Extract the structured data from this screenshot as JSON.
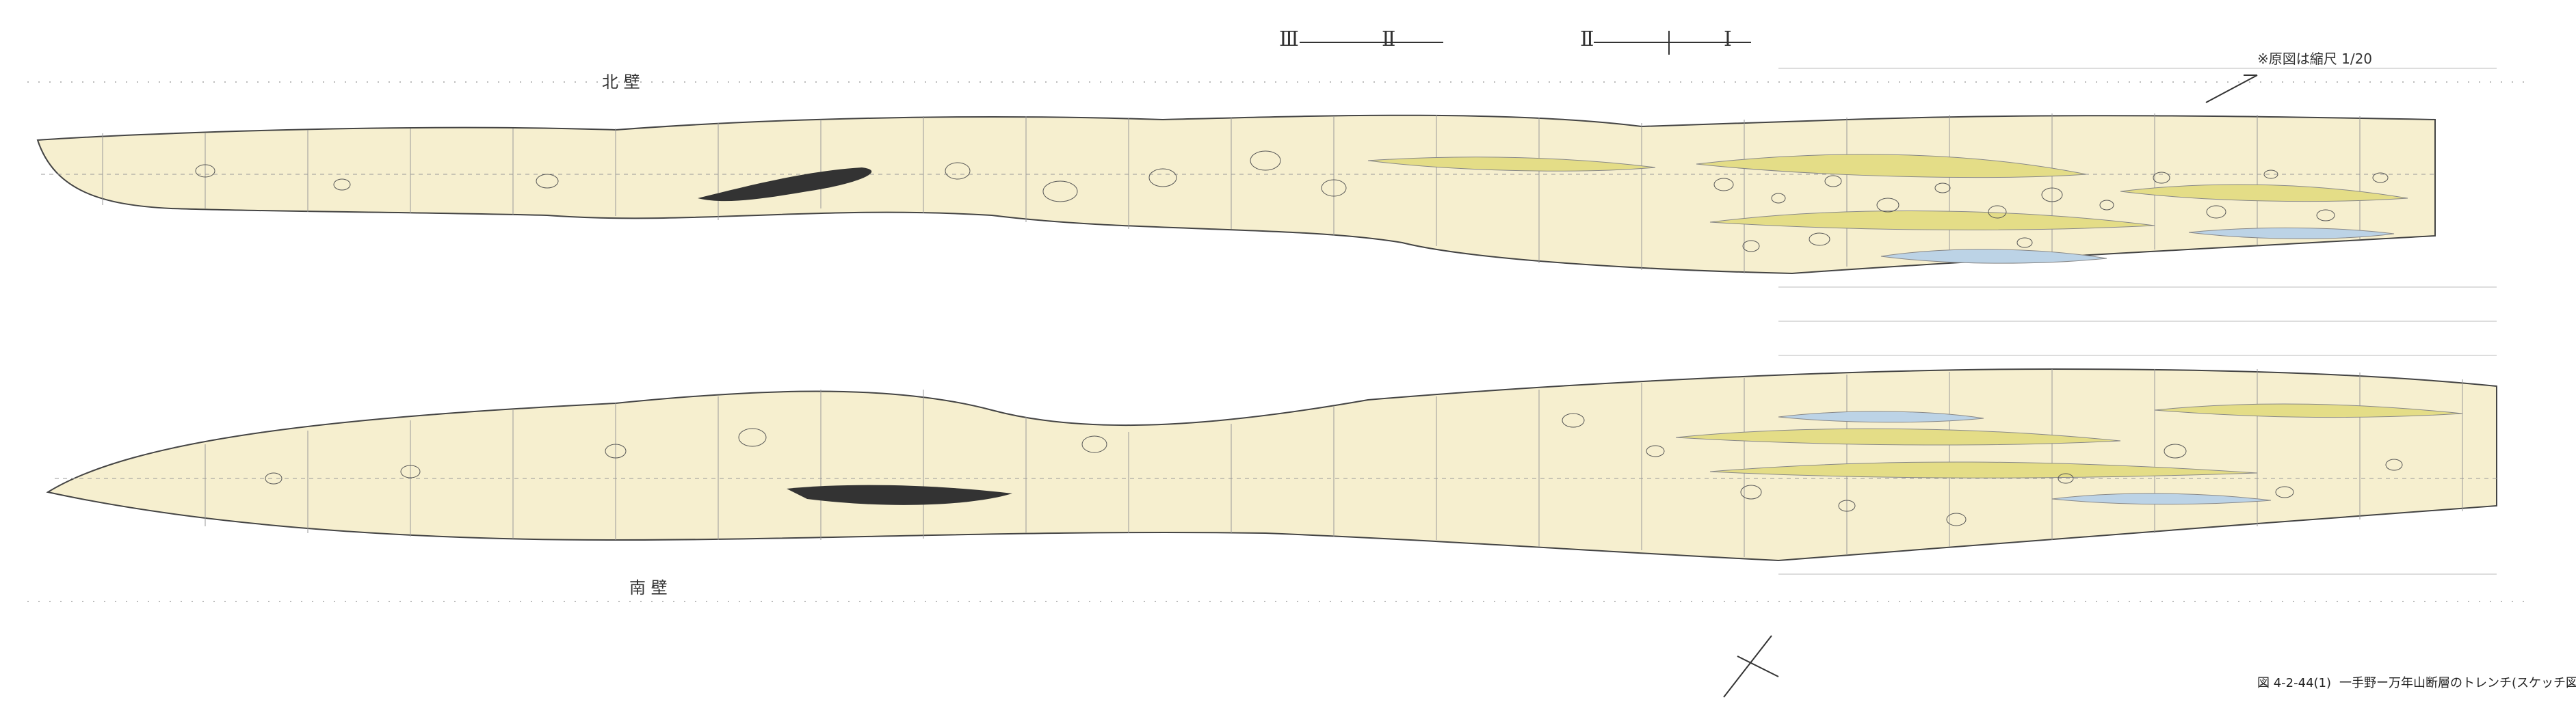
{
  "scale_note": "※原図は縮尺 1/20",
  "section_marks": [
    "Ⅲ",
    "Ⅱ",
    "Ⅱ",
    "Ⅰ"
  ],
  "walls": {
    "north_label": "北 壁",
    "south_label": "南 壁"
  },
  "caption": {
    "figure_number": "図 4-2-44(1)",
    "title": "一手野ー万年山断層のトレンチ(スケッチ図)"
  },
  "colors": {
    "fill_sand": "#f3eccb",
    "fill_yellow": "#e4dd87",
    "fill_blue": "#bcd3e6",
    "fill_dark": "#333333",
    "line": "#444444",
    "grid": "#999999"
  }
}
